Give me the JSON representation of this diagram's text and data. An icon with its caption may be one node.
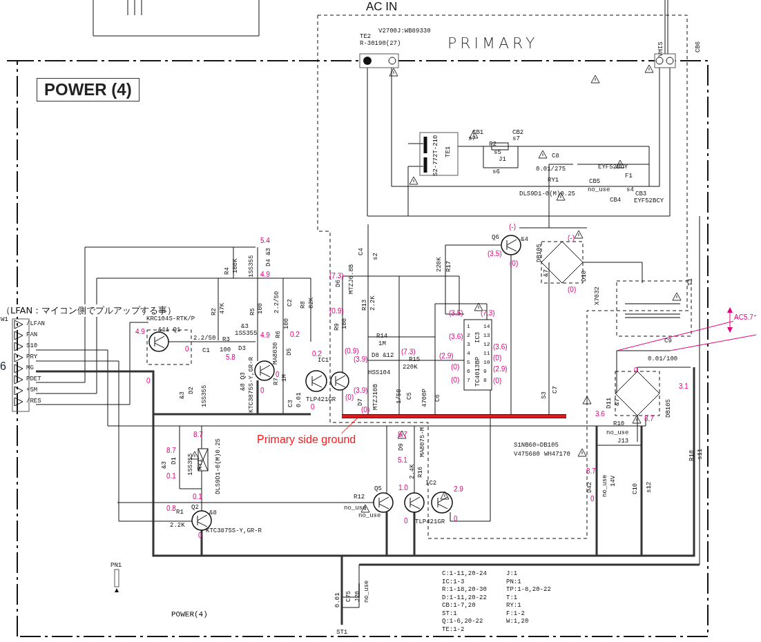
{
  "diagram": {
    "title": "POWER (4)",
    "nodes": [
      {
        "text": [
          "Primary side ground"
        ]
      },
      {
        "text": [],
        "shape": "bar"
      }
    ],
    "edges": [
      {
        "from": 0,
        "to": 1,
        "arrow": "none",
        "color": "#ff0000"
      }
    ],
    "labels": [
      "AC IN",
      "V2700J:WB89330",
      "TE2",
      "R-30190(27)",
      "PRIMARY",
      "VHIS",
      "CB6",
      "S2-772T-210",
      "TE1",
      "CB1",
      "s7",
      "F2",
      "s5",
      "CB2",
      "s7",
      "J1",
      "s6",
      "C8",
      "0.01/275",
      "RY1",
      "DLS9D1-0(M)0.25",
      "EYF52BCY",
      "CB5",
      "no_use",
      "F1",
      "s4",
      "CB3",
      "CB4",
      "EYF52BCY",
      "（LFAN：マイコン側でプルアップする事）",
      "W1",
      "/LFAN",
      "FAN",
      "S10",
      "PRY",
      "MG",
      "PDET",
      "+5M",
      "/RES",
      "6",
      "5.4",
      "R4",
      "100K",
      "1SS355",
      "D4 &3",
      "4.9",
      "R2",
      "47K",
      "R5",
      "100",
      "2.2/50",
      "C2",
      "R8",
      "82K",
      "KRC104S-RTK/P",
      "4.9",
      "&11 Q1",
      "0",
      "2.2/50",
      "C1",
      "R3",
      "100",
      "&3",
      "1SS355",
      "D3",
      "5.8",
      "4.9",
      "R6",
      "100",
      "0.2",
      "MA8030",
      "D5",
      "0.2",
      "&8 Q3",
      "KTC3875S-Y,GR-R",
      "0",
      "0",
      "R7",
      "1M",
      "C3",
      "0.01",
      "0",
      "0",
      "&3",
      "D2",
      "1SS355",
      "IC1",
      "TLP421GR",
      "C4",
      "s2",
      "(7.3)",
      "D6",
      "MTZJ6.8B",
      "(0.9)",
      "R9",
      "100",
      "R13",
      "2.2K",
      "R14",
      "1M",
      "(0.9)",
      "(3.9)",
      "D8 &12",
      "HSS104",
      "(7.3)",
      "R15",
      "220K",
      "(3.9)",
      "(0)",
      "D7",
      "MTZJ10B",
      "(0)",
      "1/50",
      "C5",
      "4700P",
      "C6",
      "(2.9)",
      "(0)",
      "(0)",
      "220K",
      "R17",
      "(3.5)",
      "(7.3)",
      "(3.6)",
      "(3.6)",
      "(0)",
      "(2.9)",
      "(0)",
      "1",
      "2",
      "3",
      "4",
      "5",
      "6",
      "7",
      "14",
      "13",
      "12",
      "11",
      "10",
      "9",
      "8",
      "IC3",
      "TC4013BP",
      "Q6",
      "&4",
      "(-)",
      "(3.5)",
      "(0)",
      "DB105",
      "&7",
      "(-)",
      "D10",
      "(0)",
      "S3",
      "C7",
      "X7032",
      "T1",
      "AC5.7",
      "C9",
      "0.01/100",
      "0",
      "D11",
      "&7",
      "3.1",
      "3.6",
      "8.7",
      "DB105",
      "R10",
      "no_use",
      "J13",
      "S1NB60=DB105",
      "V475680",
      "WH47170",
      "8.7",
      "D42",
      "no_use",
      "14V",
      "0",
      "C10",
      "s12",
      "R18",
      "s11",
      "8.7",
      "D9",
      "MA8075-M",
      "5.1",
      "2.4K",
      "R16",
      "Q5",
      "1.0",
      "IC2",
      "2.9",
      "R12",
      "no_use",
      "no_use",
      "0",
      "TLP421GR",
      "0",
      "8.7",
      "8.7",
      "&3",
      "D1",
      "1SS355",
      "RY1",
      "DLS9D1-0(M)0.25",
      "0.1",
      "0.1",
      "0.8",
      "R1",
      "Q2",
      "&8",
      "2.2K",
      "KTC3875S-Y,GR-R",
      "0",
      "PN1",
      "POWER(4)",
      "0.01",
      "C75",
      "J20",
      "no_use",
      "ST1",
      "C:1-11,20-24",
      "IC:1-3",
      "R:1-18,20-30",
      "D:1-11,20-22",
      "CB:1-7,20",
      "ST:1",
      "Q:1-6,20-22",
      "TE:1-2",
      "J:1",
      "PN:1",
      "TP:1-8,20-22",
      "T:1",
      "RY:1",
      "F:1-2",
      "W:1,20"
    ]
  }
}
